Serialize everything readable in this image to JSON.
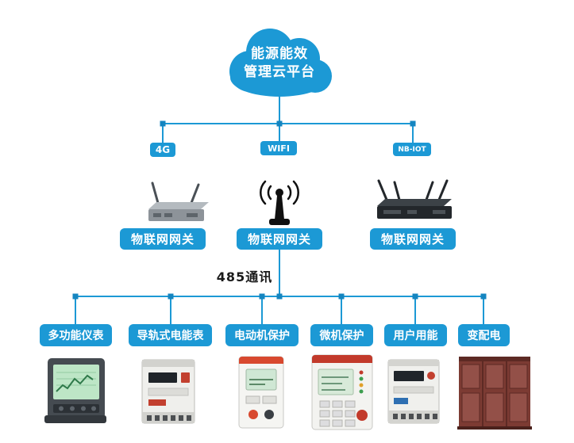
{
  "diagram": {
    "cloud": {
      "line1": "能源能效",
      "line2": "管理云平台"
    },
    "badges": [
      {
        "label": "4G"
      },
      {
        "label": "WIFI"
      },
      {
        "label": "NB-IOT"
      }
    ],
    "gateways": [
      {
        "label": "物联网网关"
      },
      {
        "label": "物联网网关"
      },
      {
        "label": "物联网网关"
      }
    ],
    "bus_label": "485通讯",
    "devices": [
      {
        "label": "多功能仪表"
      },
      {
        "label": "导轨式电能表"
      },
      {
        "label": "电动机保护"
      },
      {
        "label": "微机保护"
      },
      {
        "label": "用户用能"
      },
      {
        "label": "变配电"
      }
    ],
    "icons": [
      "cloud-icon",
      "router-4g-image",
      "wifi-antenna-icon",
      "router-nbiot-image",
      "multifunction-meter-image",
      "din-energy-meter-image",
      "motor-protection-image",
      "micro-protection-image",
      "user-energy-meter-image",
      "power-cabinet-image"
    ],
    "colors": {
      "primary_blue": "#1c99d5",
      "connector_blue": "#1c99d5",
      "text_dark": "#1a1a1a",
      "cabinet_red": "#7c3b33"
    }
  }
}
